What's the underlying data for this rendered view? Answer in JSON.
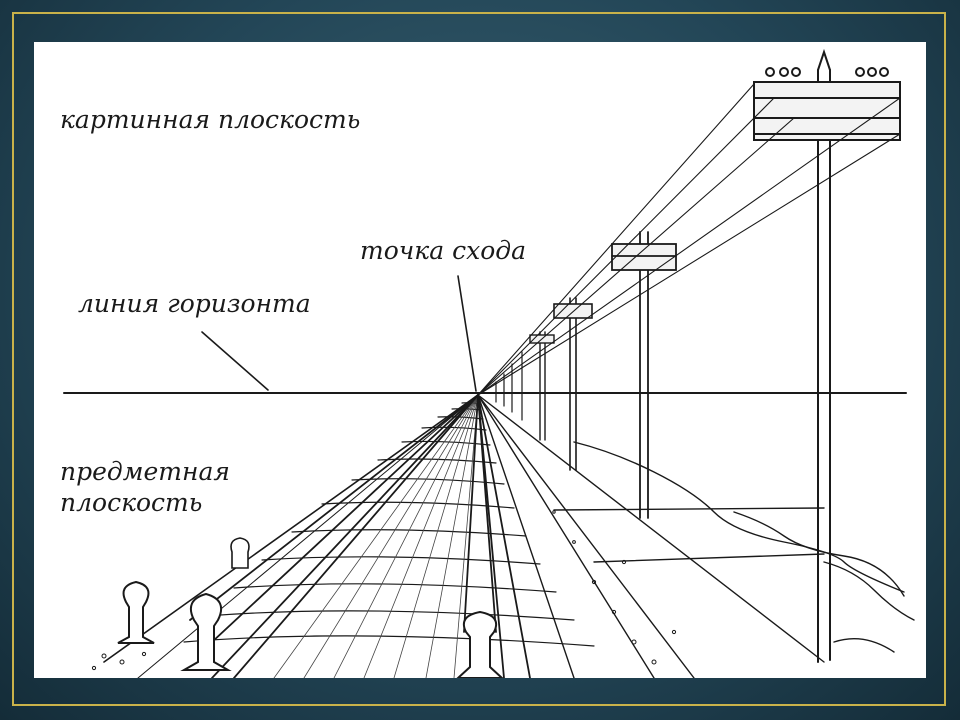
{
  "labels": {
    "picture_plane": "картинная плоскость",
    "vanishing_point": "точка схода",
    "horizon_line": "линия горизонта",
    "object_plane_line1": "предметная",
    "object_plane_line2": "плоскость"
  },
  "colors": {
    "background": "#234657",
    "frame": "#c9b24a",
    "paper": "#ffffff",
    "ink": "#1a1a1a"
  }
}
